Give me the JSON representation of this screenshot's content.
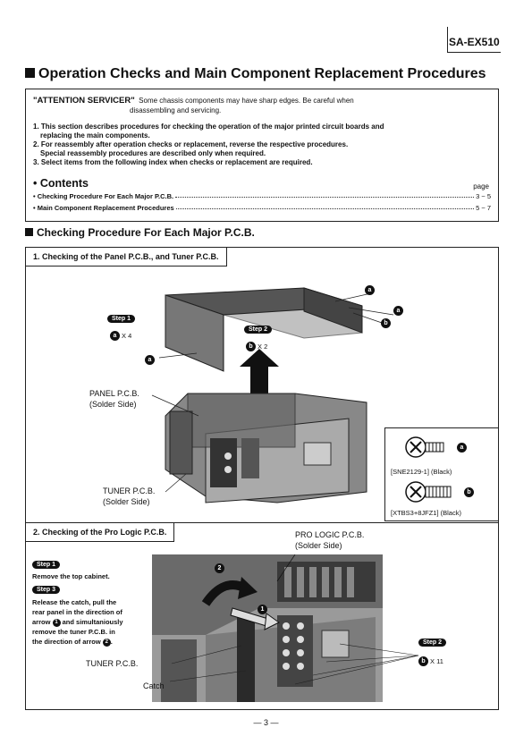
{
  "header": {
    "model": "SA-EX510"
  },
  "title": "Operation Checks and Main Component Replacement Procedures",
  "intro": {
    "attention_label": "\"ATTENTION SERVICER\"",
    "attention_text_1": "Some chassis components may have sharp edges. Be careful when",
    "attention_text_2": "disassembling and servicing.",
    "items": [
      "1. This section describes procedures for checking the operation of the major printed circuit boards and",
      "    replacing the main components.",
      "2. For reassembly after operation checks or replacement, reverse the respective procedures.",
      "    Special reassembly procedures are described only when required.",
      "3. Select items from the following index when checks or replacement are required."
    ],
    "contents_title": "• Contents",
    "page_label": "page",
    "toc": [
      {
        "label": "• Checking Procedure For Each Major P.C.B.",
        "page": "3 ~ 5"
      },
      {
        "label": "• Main Component Replacement Procedures",
        "page": "5 ~ 7"
      }
    ]
  },
  "section_title": "Checking Procedure For Each Major P.C.B.",
  "part1": {
    "heading": "1. Checking of the Panel P.C.B., and Tuner P.C.B.",
    "step1": {
      "badge": "Step 1",
      "screw": "a",
      "count": "X 4"
    },
    "step2": {
      "badge": "Step 2",
      "screw": "b",
      "count": "X 2"
    },
    "callouts": [
      "a",
      "a",
      "a",
      "b"
    ],
    "panel_label_1": "PANEL P.C.B.",
    "panel_label_2": "(Solder Side)",
    "tuner_label_1": "TUNER P.C.B.",
    "tuner_label_2": "(Solder Side)"
  },
  "screws": {
    "a": {
      "letter": "a",
      "part": "[SNE2129-1] (Black)"
    },
    "b": {
      "letter": "b",
      "part": "[XTBS3+8JFZ1] (Black)"
    }
  },
  "part2": {
    "heading": "2. Checking of the Pro Logic P.C.B.",
    "pro_label_1": "PRO LOGIC P.C.B.",
    "pro_label_2": "(Solder Side)",
    "step1": {
      "badge": "Step 1",
      "text": "Remove the top cabinet."
    },
    "step3": {
      "badge": "Step 3",
      "lines": [
        "Release the catch, pull the",
        "rear panel in the direction of",
        "and simultaniously",
        "remove the tuner P.C.B. in",
        "the direction of arrow"
      ],
      "arrow_prefix": "arrow",
      "num1": "1",
      "num2": "2"
    },
    "step2": {
      "badge": "Step 2",
      "screw": "b",
      "count": "X 11"
    },
    "tuner_label": "TUNER P.C.B.",
    "catch_label": "Catch",
    "arrow_nums": [
      "1",
      "2"
    ]
  },
  "footer": {
    "page": "— 3 —"
  }
}
